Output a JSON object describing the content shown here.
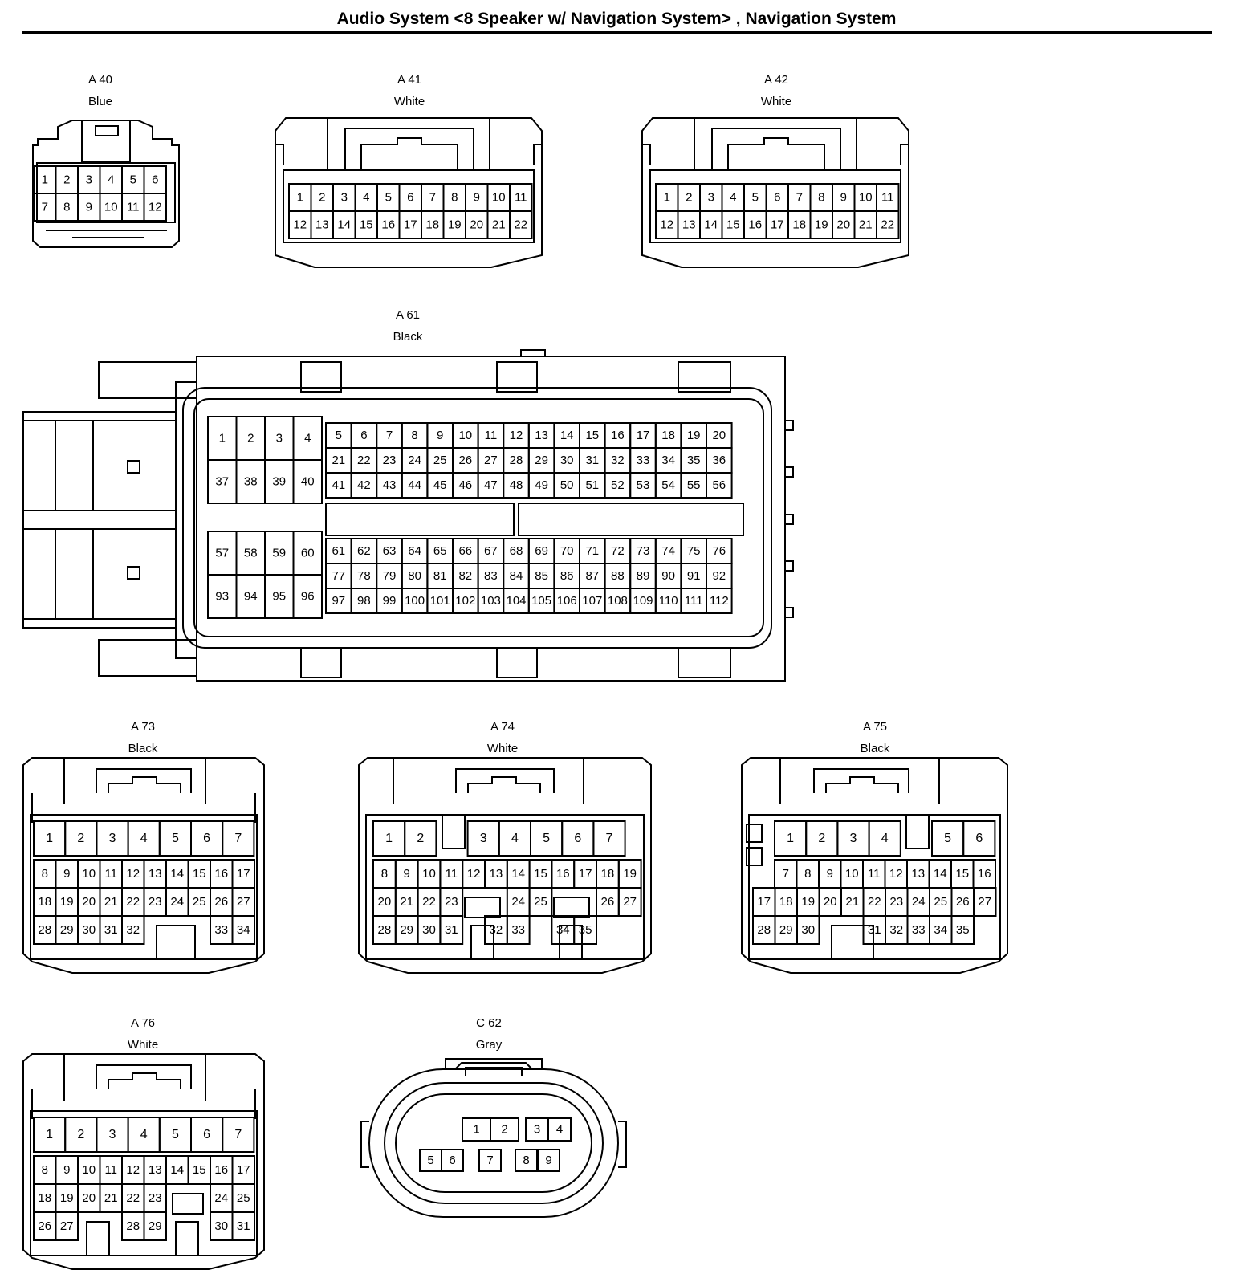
{
  "title": "Audio System <8 Speaker w/ Navigation System> , Navigation System",
  "connectors": {
    "A40": {
      "id": "A 40",
      "color": "Blue",
      "rows": [
        [
          "1",
          "2",
          "3",
          "4",
          "5",
          "6"
        ],
        [
          "7",
          "8",
          "9",
          "10",
          "11",
          "12"
        ]
      ]
    },
    "A41": {
      "id": "A 41",
      "color": "White",
      "rows": [
        [
          "1",
          "2",
          "3",
          "4",
          "5",
          "6",
          "7",
          "8",
          "9",
          "10",
          "11"
        ],
        [
          "12",
          "13",
          "14",
          "15",
          "16",
          "17",
          "18",
          "19",
          "20",
          "21",
          "22"
        ]
      ]
    },
    "A42": {
      "id": "A 42",
      "color": "White",
      "rows": [
        [
          "1",
          "2",
          "3",
          "4",
          "5",
          "6",
          "7",
          "8",
          "9",
          "10",
          "11"
        ],
        [
          "12",
          "13",
          "14",
          "15",
          "16",
          "17",
          "18",
          "19",
          "20",
          "21",
          "22"
        ]
      ]
    },
    "A61": {
      "id": "A 61",
      "color": "Black",
      "left_top": [
        [
          "1",
          "2",
          "3",
          "4"
        ],
        [
          "37",
          "38",
          "39",
          "40"
        ]
      ],
      "left_bottom": [
        [
          "57",
          "58",
          "59",
          "60"
        ],
        [
          "93",
          "94",
          "95",
          "96"
        ]
      ],
      "right_top": [
        [
          "5",
          "6",
          "7",
          "8",
          "9",
          "10",
          "11",
          "12",
          "13",
          "14",
          "15",
          "16",
          "17",
          "18",
          "19",
          "20"
        ],
        [
          "21",
          "22",
          "23",
          "24",
          "25",
          "26",
          "27",
          "28",
          "29",
          "30",
          "31",
          "32",
          "33",
          "34",
          "35",
          "36"
        ],
        [
          "41",
          "42",
          "43",
          "44",
          "45",
          "46",
          "47",
          "48",
          "49",
          "50",
          "51",
          "52",
          "53",
          "54",
          "55",
          "56"
        ]
      ],
      "right_bottom": [
        [
          "61",
          "62",
          "63",
          "64",
          "65",
          "66",
          "67",
          "68",
          "69",
          "70",
          "71",
          "72",
          "73",
          "74",
          "75",
          "76"
        ],
        [
          "77",
          "78",
          "79",
          "80",
          "81",
          "82",
          "83",
          "84",
          "85",
          "86",
          "87",
          "88",
          "89",
          "90",
          "91",
          "92"
        ],
        [
          "97",
          "98",
          "99",
          "100",
          "101",
          "102",
          "103",
          "104",
          "105",
          "106",
          "107",
          "108",
          "109",
          "110",
          "111",
          "112"
        ]
      ]
    },
    "A73": {
      "id": "A 73",
      "color": "Black",
      "row1": [
        "1",
        "2",
        "3",
        "4",
        "5",
        "6",
        "7"
      ],
      "row2": [
        "8",
        "9",
        "10",
        "11",
        "12",
        "13",
        "14",
        "15",
        "16",
        "17"
      ],
      "row3": [
        "18",
        "19",
        "20",
        "21",
        "22",
        "23",
        "24",
        "25",
        "26",
        "27"
      ],
      "row4": [
        "28",
        "29",
        "30",
        "31",
        "32",
        "",
        "",
        "",
        "33",
        "34"
      ]
    },
    "A74": {
      "id": "A 74",
      "color": "White",
      "row1": [
        "1",
        "2",
        "",
        "3",
        "4",
        "5",
        "6",
        "7"
      ],
      "row2": [
        "8",
        "9",
        "10",
        "11",
        "12",
        "13",
        "14",
        "15",
        "16",
        "17",
        "18",
        "19"
      ],
      "row3": [
        "20",
        "21",
        "22",
        "23",
        "",
        "",
        "24",
        "25",
        "",
        "",
        "26",
        "27"
      ],
      "row4": [
        "28",
        "29",
        "30",
        "31",
        "",
        "32",
        "33",
        "",
        "34",
        "35"
      ]
    },
    "A75": {
      "id": "A 75",
      "color": "Black",
      "row1": [
        "1",
        "2",
        "3",
        "4",
        "",
        "5",
        "6"
      ],
      "row2": [
        "7",
        "8",
        "9",
        "10",
        "11",
        "12",
        "13",
        "14",
        "15",
        "16"
      ],
      "row3": [
        "17",
        "18",
        "19",
        "20",
        "21",
        "22",
        "23",
        "24",
        "25",
        "26",
        "27"
      ],
      "row4": [
        "28",
        "29",
        "30",
        "",
        "",
        "31",
        "32",
        "33",
        "34",
        "35"
      ]
    },
    "A76": {
      "id": "A 76",
      "color": "White",
      "row1": [
        "1",
        "2",
        "3",
        "4",
        "5",
        "6",
        "7"
      ],
      "row2": [
        "8",
        "9",
        "10",
        "11",
        "12",
        "13",
        "14",
        "15",
        "16",
        "17"
      ],
      "row3": [
        "18",
        "19",
        "20",
        "21",
        "22",
        "23",
        "",
        "",
        "24",
        "25"
      ],
      "row4": [
        "26",
        "27",
        "",
        "",
        "28",
        "29",
        "",
        "",
        "30",
        "31"
      ]
    },
    "C62": {
      "id": "C 62",
      "color": "Gray",
      "row1": [
        "1",
        "2",
        "3",
        "4"
      ],
      "row2": [
        "5",
        "6",
        "7",
        "8",
        "9"
      ]
    }
  }
}
